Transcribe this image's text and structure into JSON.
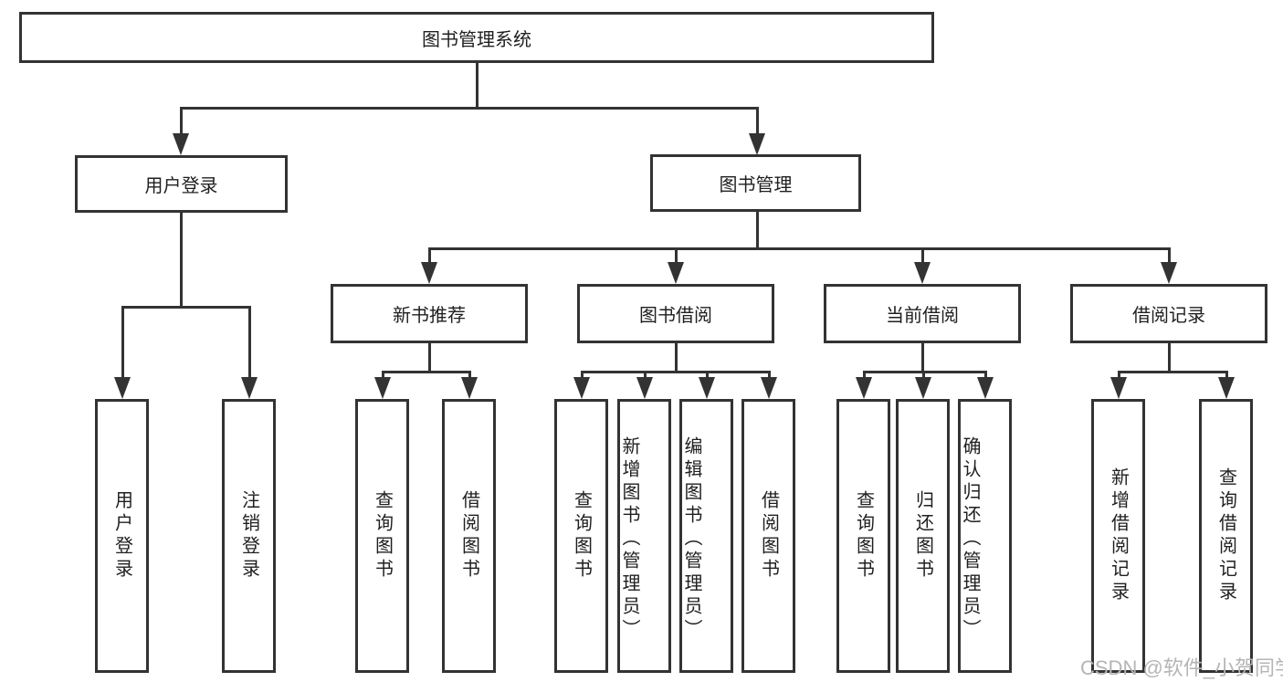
{
  "diagram": {
    "type": "hierarchy-tree",
    "title": "图书管理系统",
    "nodes": {
      "root": "图书管理系统",
      "user_login": "用户登录",
      "book_mgmt": "图书管理",
      "new_book_rec": "新书推荐",
      "book_borrow": "图书借阅",
      "current_borrow": "当前借阅",
      "borrow_record": "借阅记录",
      "leaf_user_login": "用户登录",
      "leaf_logout": "注销登录",
      "leaf_query_book_1": "查询图书",
      "leaf_borrow_book_1": "借阅图书",
      "leaf_query_book_2": "查询图书",
      "leaf_add_book": "新增图书（管理员）",
      "leaf_edit_book": "编辑图书（管理员）",
      "leaf_borrow_book_2": "借阅图书",
      "leaf_query_book_3": "查询图书",
      "leaf_return_book": "归还图书",
      "leaf_confirm_return": "确认归还（管理员）",
      "leaf_add_record": "新增借阅记录",
      "leaf_query_record": "查询借阅记录"
    },
    "edges": [
      [
        "图书管理系统",
        "用户登录"
      ],
      [
        "图书管理系统",
        "图书管理"
      ],
      [
        "用户登录",
        "用户登录(叶)"
      ],
      [
        "用户登录",
        "注销登录"
      ],
      [
        "图书管理",
        "新书推荐"
      ],
      [
        "图书管理",
        "图书借阅"
      ],
      [
        "图书管理",
        "当前借阅"
      ],
      [
        "图书管理",
        "借阅记录"
      ],
      [
        "新书推荐",
        "查询图书"
      ],
      [
        "新书推荐",
        "借阅图书"
      ],
      [
        "图书借阅",
        "查询图书"
      ],
      [
        "图书借阅",
        "新增图书（管理员）"
      ],
      [
        "图书借阅",
        "编辑图书（管理员）"
      ],
      [
        "图书借阅",
        "借阅图书"
      ],
      [
        "当前借阅",
        "查询图书"
      ],
      [
        "当前借阅",
        "归还图书"
      ],
      [
        "当前借阅",
        "确认归还（管理员）"
      ],
      [
        "借阅记录",
        "新增借阅记录"
      ],
      [
        "借阅记录",
        "查询借阅记录"
      ]
    ]
  },
  "watermark": "CSDN @软件_小贺同学",
  "colors": {
    "line": "#333333",
    "background": "#ffffff",
    "text": "#1f1f1f",
    "watermark": "#b5b5b5"
  }
}
